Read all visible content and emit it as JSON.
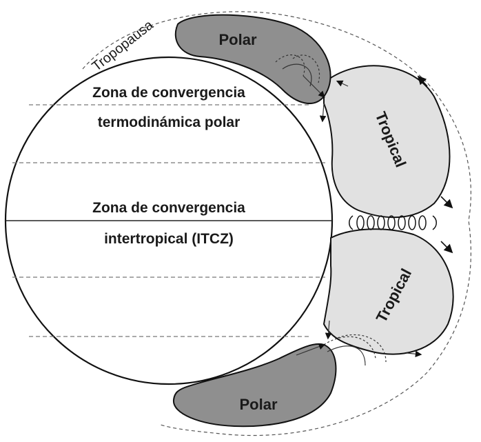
{
  "labels": {
    "tropopause": "Tropopausa",
    "zone_polar_line1": "Zona de convergencia",
    "zone_polar_line2": "termodinámica polar",
    "zone_itcz_line1": "Zona de convergencia",
    "zone_itcz_line2": "intertropical (ITCZ)",
    "cell_polar_north": "Polar",
    "cell_tropical_north": "Tropical",
    "cell_tropical_south": "Tropical",
    "cell_polar_south": "Polar"
  },
  "colors": {
    "polar_cell": "#8f8f8f",
    "tropical_cell": "#e1e1e1",
    "outline": "#111111"
  }
}
